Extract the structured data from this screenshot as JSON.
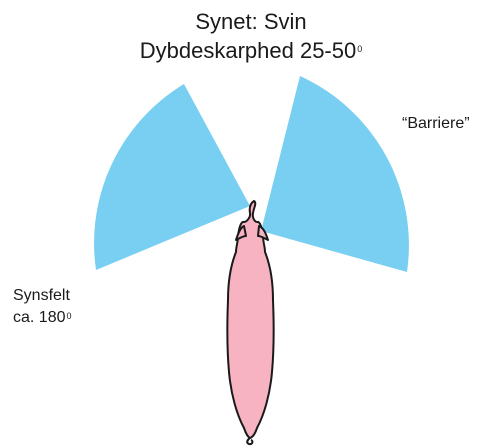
{
  "title": {
    "line1": "Synet: Svin",
    "line2": "Dybdeskarphed 25-50",
    "line2_sup": "0"
  },
  "labels": {
    "barrier": "“Barriere”",
    "field_line1": "Synsfelt",
    "field_line2": "ca. 180",
    "field_sup": "0"
  },
  "colors": {
    "vision_field": "#79cff2",
    "pig_body": "#f7b3c1",
    "outline": "#1a1a1a"
  }
}
